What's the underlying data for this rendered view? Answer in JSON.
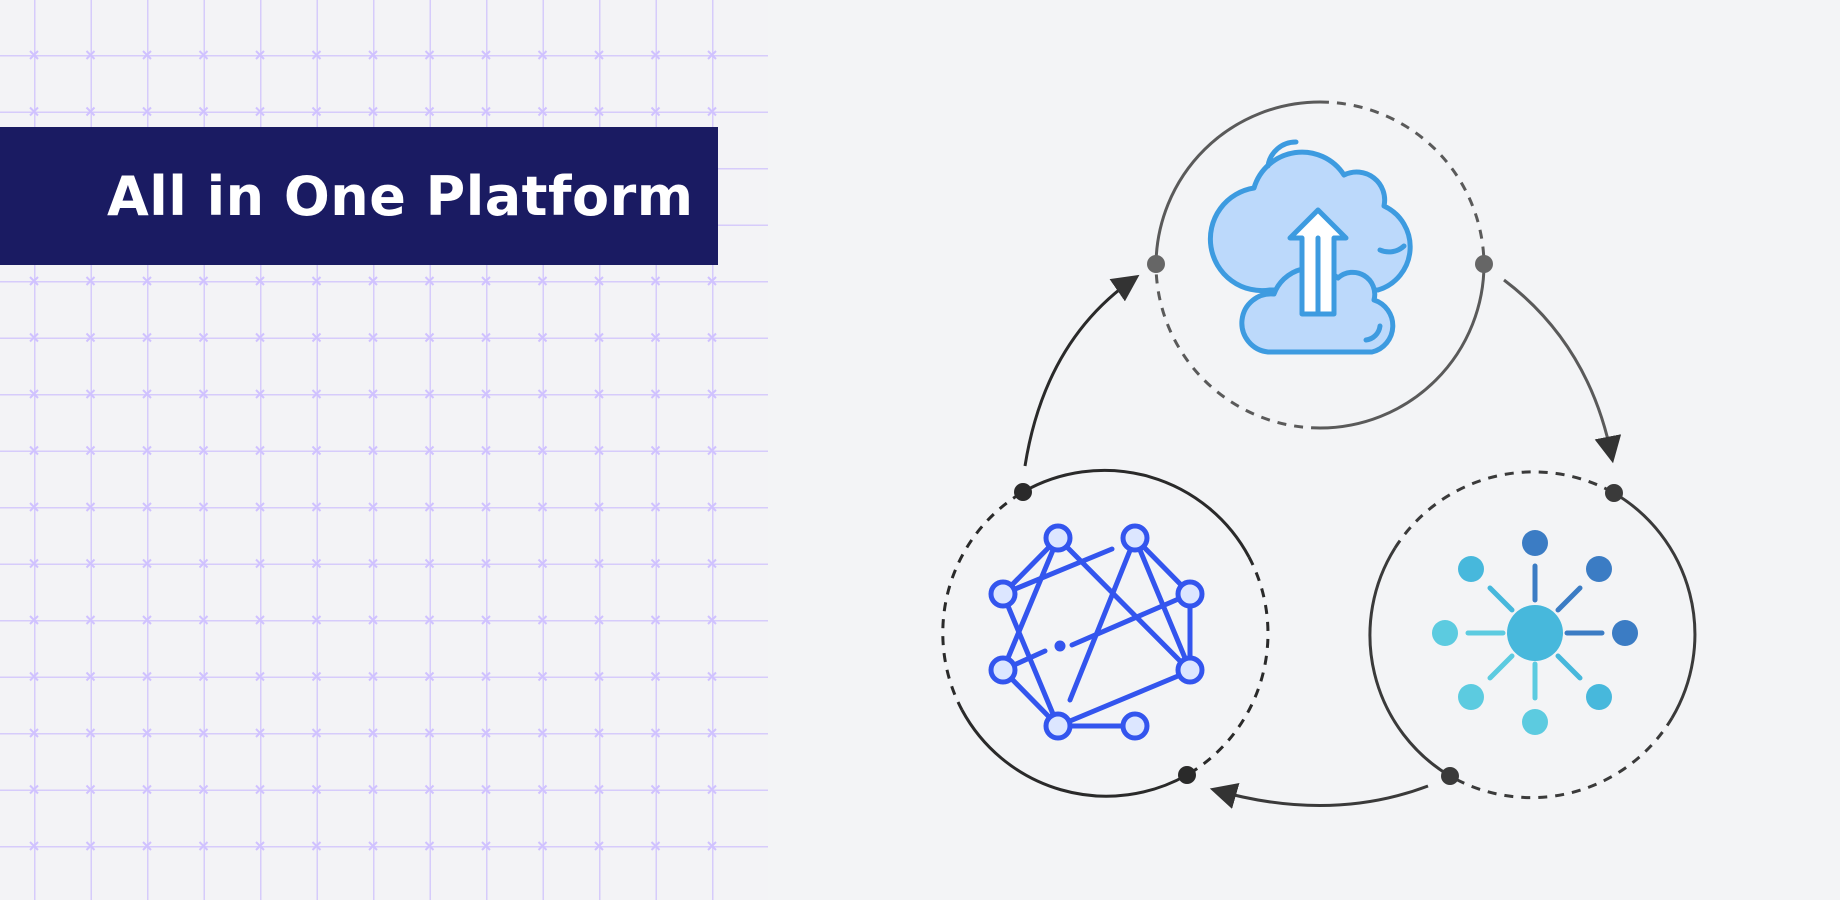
{
  "title": "All in One Platform",
  "colors": {
    "banner": "#1a1b62",
    "background": "#f3f4f6",
    "grid_line": "#c9b9ff",
    "cloud_stroke": "#3d9be0",
    "cloud_fill": "#bcd9fb",
    "network_stroke": "#3355ee",
    "hub_center": "#47b8dc",
    "hub_dark": "#3b7cc4",
    "hub_light": "#5ccbe0",
    "cycle_ring": "#3a3a3a"
  },
  "nodes": [
    {
      "id": "cloud",
      "icon": "cloud-upload-icon"
    },
    {
      "id": "hub",
      "icon": "hub-radial-icon"
    },
    {
      "id": "network",
      "icon": "network-graph-icon"
    }
  ]
}
